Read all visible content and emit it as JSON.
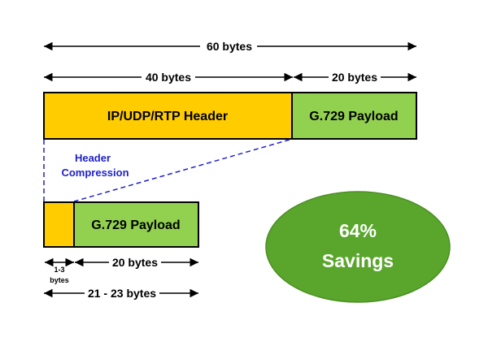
{
  "colors": {
    "header_fill": "#FFCC00",
    "payload_fill": "#92D050",
    "compression_line": "#1F1FCF",
    "savings_ellipse": "#5AA62C",
    "savings_text": "#FFFFFF",
    "outline": "#000000"
  },
  "original_packet": {
    "total_label": "60 bytes",
    "header_size_label": "40 bytes",
    "payload_size_label": "20 bytes",
    "header_label": "IP/UDP/RTP Header",
    "payload_label": "G.729 Payload"
  },
  "compression": {
    "label_line1": "Header",
    "label_line2": "Compression"
  },
  "compressed_packet": {
    "payload_label": "G.729 Payload",
    "header_size_line1": "1-3",
    "header_size_line2": "bytes",
    "payload_size_label": "20 bytes",
    "total_label": "21 - 23 bytes"
  },
  "savings": {
    "percent": "64%",
    "label": "Savings"
  }
}
